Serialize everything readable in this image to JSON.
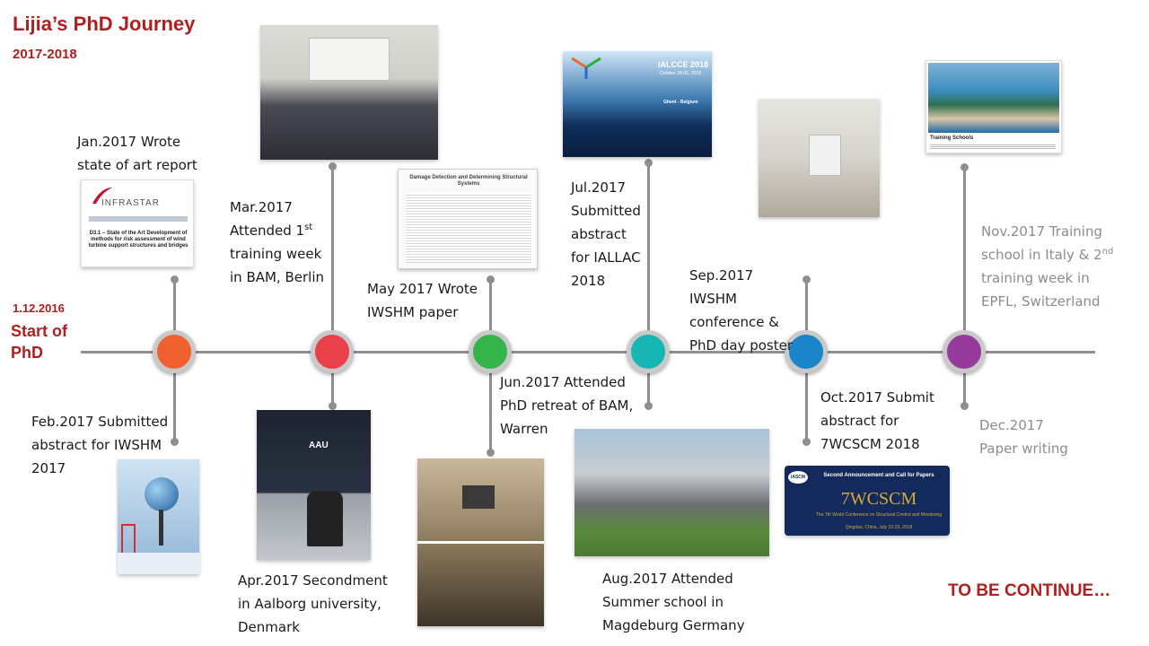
{
  "header": {
    "title": "Lijia’s PhD Journey",
    "subtitle": "2017-2018"
  },
  "start": {
    "date": "1.12.2016",
    "label": "Start of PhD"
  },
  "footer": {
    "continue_text": "TO BE CONTINUE…"
  },
  "colors": {
    "accent": "#b01e1e",
    "axis": "#8f8f8f",
    "node1": "#f0602f",
    "node2": "#e9404a",
    "node3": "#35b44a",
    "node4": "#17b6b3",
    "node5": "#1a85c8",
    "node6": "#963a9e",
    "poster": "#142a5c"
  },
  "events": {
    "jan2017": "Jan.2017 Wrote state of art report",
    "feb2017": "Feb.2017 Submitted abstract for IWSHM 2017",
    "mar2017_a": "Mar.2017 Attended 1",
    "mar2017_sup": "st",
    "mar2017_b": " training week in BAM, Berlin",
    "apr2017": "Apr.2017 Secondment in Aalborg university, Denmark",
    "may2017": "May 2017 Wrote IWSHM paper",
    "jun2017": "Jun.2017 Attended PhD retreat of BAM, Warren",
    "jul2017": "Jul.2017 Submitted abstract for IALLAC 2018",
    "aug2017": "Aug.2017 Attended Summer school in Magdeburg Germany",
    "sep2017": "Sep.2017 IWSHM conference & PhD day poster",
    "oct2017": "Oct.2017 Submit abstract for 7WCSCM 2018",
    "nov2017_a": "Nov.2017 Training school in Italy & 2",
    "nov2017_sup": "nd",
    "nov2017_b": " training week in EPFL, Switzerland",
    "dec2017": "Dec.2017 Paper writing"
  },
  "images": {
    "infrastar_logo": "INFRASTAR",
    "infrastar_doc": "D3.1 – State of the Art Development of methods for risk assessment of wind turbine support structures and bridges",
    "paper_title": "Damage Detection and Determining Structural Systems",
    "ialcce_title": "IALCCE 2018",
    "ialcce_dates": "October 28-31, 2018",
    "ialcce_place": "Ghent - Belgium",
    "aau_sign": "AAU",
    "training_caption": "Training Schools",
    "wcscm_header": "Second Announcement and Call for Papers",
    "wcscm_title": "7WCSCM",
    "wcscm_sub": "The 7th World Conference on Structural Control and Monitoring",
    "wcscm_place": "Qingdao, China, July 22-25, 2018",
    "iascm": "IASCM"
  }
}
